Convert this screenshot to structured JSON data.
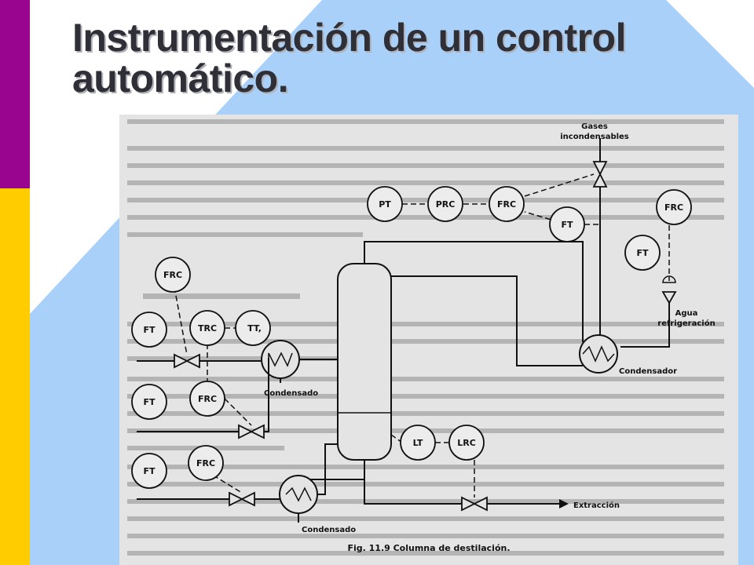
{
  "slide": {
    "title_line1": "Instrumentación de un control",
    "title_line2": "automático."
  },
  "colors": {
    "sidebar_purple": "#9a0590",
    "sidebar_yellow": "#ffcc00",
    "background_blue": "#a8d0f8",
    "title_text": "#2f2f38"
  },
  "diagram": {
    "caption": "Fig. 11.9   Columna de destilación.",
    "labels": {
      "gases_line1": "Gases",
      "gases_line2": "incondensables",
      "agua_line1": "Agua",
      "agua_line2": "refrigeración",
      "condensador": "Condensador",
      "condensado_top": "Condensado",
      "condensado_bottom": "Condensado",
      "extraccion": "Extracción"
    },
    "instruments": {
      "pt": "PT",
      "prc": "PRC",
      "frc_top": "FRC",
      "ft_top": "FT",
      "frc_right": "FRC",
      "ft_right": "FT",
      "frc_left": "FRC",
      "ft_left1": "FT",
      "trc": "TRC",
      "tt": "TT,",
      "ft_left2": "FT",
      "frc_mid": "FRC",
      "ft_left3": "FT",
      "frc_low": "FRC",
      "lt": "LT",
      "lrc": "LRC"
    }
  }
}
